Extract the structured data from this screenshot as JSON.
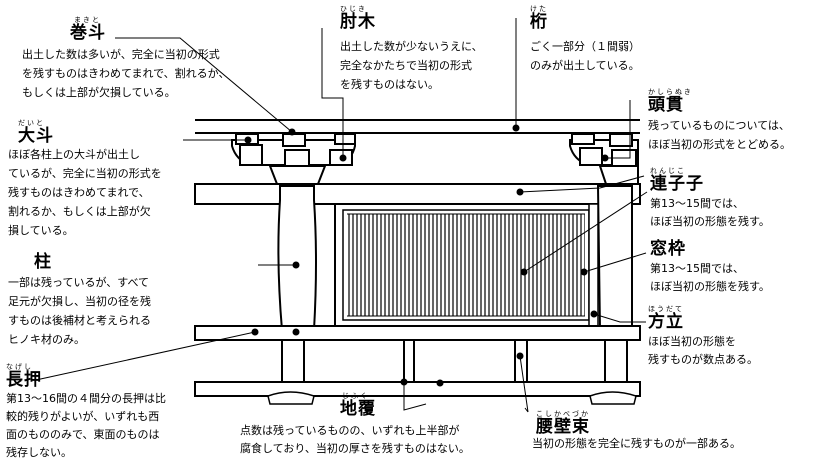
{
  "labels": {
    "makito": {
      "ruby": "まきと",
      "title": "巻斗",
      "desc": "出土した数は多いが、完全に当初の形式\nを残すものはきわめてまれで、割れるか、\nもしくは上部が欠損している。"
    },
    "hijiki": {
      "ruby": "ひじき",
      "title": "肘木",
      "desc": "出土した数が少ないうえに、\n完全なかたちで当初の形式\nを残すものはない。"
    },
    "keta": {
      "ruby": "けた",
      "title": "桁",
      "desc": "ごく一部分（１間弱）\nのみが出土している。"
    },
    "kashiranuki": {
      "ruby": "かしらぬき",
      "title": "頭貫",
      "desc": "残っているものについては、\nほぼ当初の形式をとどめる。"
    },
    "daito": {
      "ruby": "だいと",
      "title": "大斗",
      "desc": "ほぼ各柱上の大斗が出土し\nているが、完全に当初の形式を\n残すものはきわめてまれで、\n割れるか、もしくは上部が欠\n損している。"
    },
    "renjiko": {
      "ruby": "れんじこ",
      "title": "連子子",
      "desc": "第13〜15間では、\nほぼ当初の形態を残す。"
    },
    "madowaku": {
      "ruby": "",
      "title": "窓枠",
      "desc": "第13〜15間では、\nほぼ当初の形態を残す。"
    },
    "hashira": {
      "ruby": "",
      "title": "柱",
      "desc": "一部は残っているが、すべて\n足元が欠損し、当初の径を残\nすものは後補材と考えられる\nヒノキ材のみ。"
    },
    "hodate": {
      "ruby": "ほうだて",
      "title": "方立",
      "desc": "ほぼ当初の形態を\n残すものが数点ある。"
    },
    "nageshi": {
      "ruby": "なげし",
      "title": "長押",
      "desc": "第13〜16間の４間分の長押は比\n較的残りがよいが、いずれも西\n面のもののみで、東面のものは\n残存しない。"
    },
    "koshikabezuka": {
      "ruby": "こしかべづか",
      "title": "腰壁束",
      "desc": "当初の形態を完全に残すものが一部ある。"
    },
    "jifuku": {
      "ruby": "じふく",
      "title": "地覆",
      "desc": "点数は残っているものの、いずれも上半部が\n腐食しており、当初の厚さを残すものはない。"
    }
  }
}
